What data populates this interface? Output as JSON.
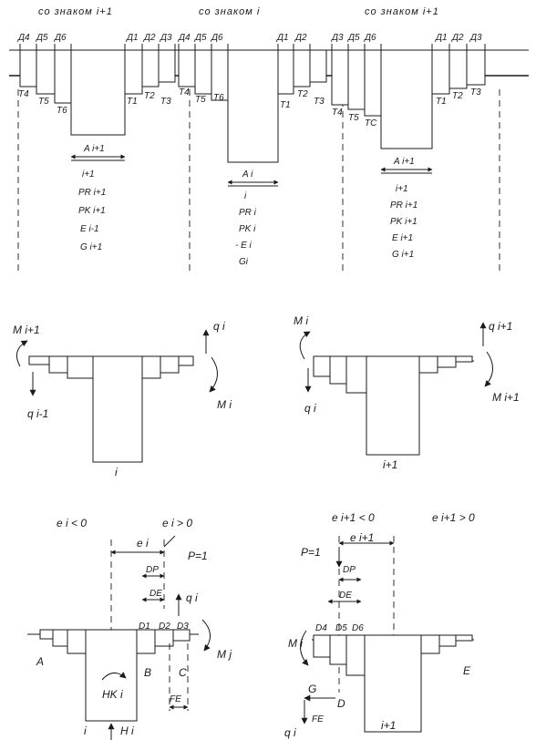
{
  "headers": {
    "left": "со знаком i+1",
    "middle": "со знаком i",
    "right": "со знаком i+1"
  },
  "top_panel": {
    "left": {
      "d_labels": [
        "Д4",
        "Д5",
        "Д6"
      ],
      "d_labels_right": [
        "Д1",
        "Д2",
        "Д3"
      ],
      "t_labels": [
        "T4",
        "T5",
        "T6"
      ],
      "t_labels_right": [
        "T1",
        "T2",
        "T3"
      ],
      "a_label": "A i+1",
      "stack": [
        "i+1",
        "PR i+1",
        "PK i+1",
        "E i-1",
        "G i+1"
      ]
    },
    "middle": {
      "d_labels": [
        "Д4",
        "Д5",
        "Д6"
      ],
      "d_labels_right": [
        "Д1",
        "Д2"
      ],
      "t_labels": [
        "T4",
        "T5",
        "T6"
      ],
      "t_labels_right": [
        "T1",
        "T2",
        "T3"
      ],
      "a_label": "A i",
      "stack": [
        "i",
        "PR i",
        "PK i",
        "- E i",
        "Gi"
      ]
    },
    "right": {
      "d_labels": [
        "Д3",
        "Д5",
        "Д6"
      ],
      "d_labels_right": [
        "Д1",
        "Д2",
        "Д3"
      ],
      "t_labels": [
        "T4",
        "T5",
        "TC"
      ],
      "t_labels_right": [
        "T1",
        "T2",
        "T3"
      ],
      "a_label": "A i+1",
      "stack": [
        "i+1",
        "PR i+1",
        "PK i+1",
        "E i+1",
        "G i+1"
      ]
    }
  },
  "middle_panel": {
    "left": {
      "m_top_left": "M i+1",
      "q_top_right": "q i",
      "q_bottom_left": "q i-1",
      "m_right": "M i",
      "bottom": "i"
    },
    "right": {
      "m_top_left": "M i",
      "q_top_right": "q i+1",
      "q_bottom_left": "q i",
      "m_right": "M i+1",
      "bottom": "i+1"
    }
  },
  "bottom_panel": {
    "left": {
      "cond_neg": "e i < 0",
      "cond_pos": "e i > 0",
      "e_label": "e i",
      "p_label": "P=1",
      "dp": "DP",
      "de": "DE",
      "q": "q i",
      "d_labels": [
        "D1",
        "D2",
        "D3"
      ],
      "m": "M j",
      "a": "A",
      "b": "B",
      "c": "C",
      "hk": "HK i",
      "fe": "FE",
      "i": "i",
      "h": "H i"
    },
    "right": {
      "cond_neg": "e i+1 < 0",
      "cond_pos": "e i+1 > 0",
      "e_label": "e i+1",
      "p_label": "P=1",
      "dp": "DP",
      "de": "DE",
      "d_labels": [
        "D4",
        "D5",
        "D6"
      ],
      "m": "M i",
      "e": "E",
      "g": "G",
      "d": "D",
      "q": "q i",
      "fe": "FE",
      "i1": "i+1"
    }
  }
}
